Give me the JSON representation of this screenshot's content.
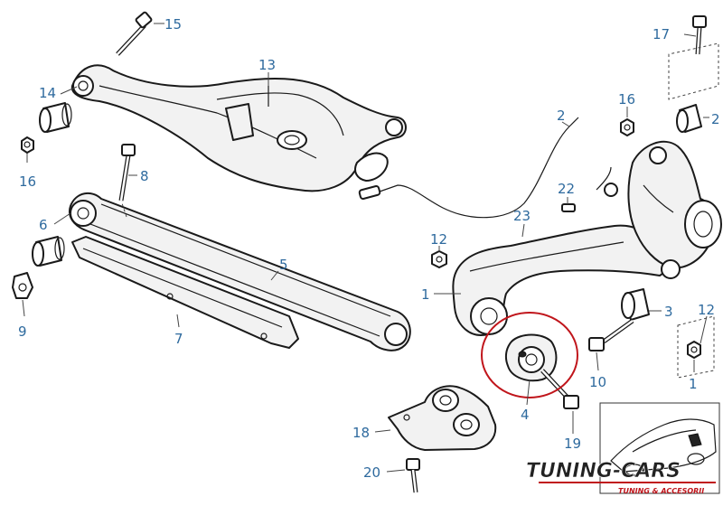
{
  "diagram": {
    "callouts": [
      {
        "id": "c15",
        "text": "15"
      },
      {
        "id": "c13",
        "text": "13"
      },
      {
        "id": "c14",
        "text": "14"
      },
      {
        "id": "c16a",
        "text": "16"
      },
      {
        "id": "c8",
        "text": "8"
      },
      {
        "id": "c6",
        "text": "6"
      },
      {
        "id": "c5",
        "text": "5"
      },
      {
        "id": "c9",
        "text": "9"
      },
      {
        "id": "c7",
        "text": "7"
      },
      {
        "id": "c17",
        "text": "17"
      },
      {
        "id": "c16b",
        "text": "16"
      },
      {
        "id": "c2a",
        "text": "2"
      },
      {
        "id": "c2b",
        "text": "2"
      },
      {
        "id": "c22",
        "text": "22"
      },
      {
        "id": "c23",
        "text": "23"
      },
      {
        "id": "c12a",
        "text": "12"
      },
      {
        "id": "c1a",
        "text": "1"
      },
      {
        "id": "c3",
        "text": "3"
      },
      {
        "id": "c12b",
        "text": "12"
      },
      {
        "id": "c1b",
        "text": "1"
      },
      {
        "id": "c10",
        "text": "10"
      },
      {
        "id": "c4",
        "text": "4"
      },
      {
        "id": "c18",
        "text": "18"
      },
      {
        "id": "c19",
        "text": "19"
      },
      {
        "id": "c20",
        "text": "20"
      }
    ],
    "highlight_color": "#c0151b",
    "callout_color": "#2e6a9e"
  },
  "watermark": {
    "brand": "TUNING-CARS",
    "tagline": "TUNING & ACCESORII",
    "brand_color": "#222222",
    "accent_color": "#c0151b"
  }
}
